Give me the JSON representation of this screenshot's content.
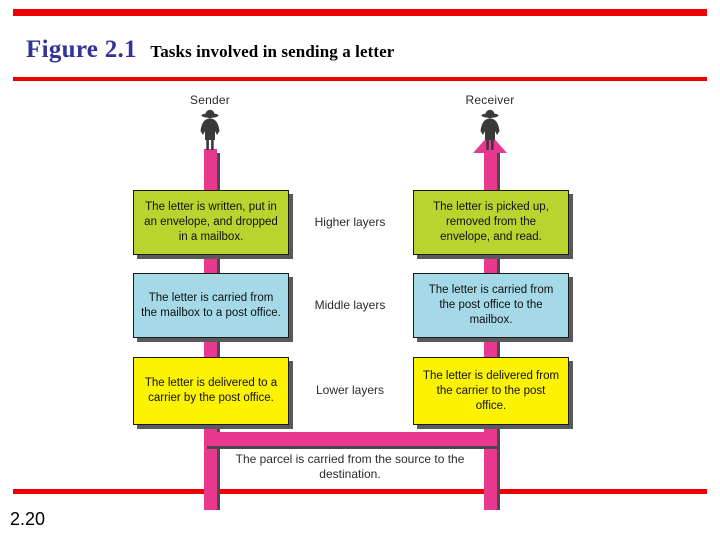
{
  "slide": {
    "number": "2.20",
    "accent_color": "#ee0000"
  },
  "title": {
    "figure_label": "Figure 2.1",
    "figure_label_color": "#333399",
    "caption": "Tasks involved in sending a letter",
    "caption_color": "#000000"
  },
  "diagram": {
    "endpoints": [
      {
        "name": "sender",
        "label": "Sender",
        "icon": "person-icon",
        "flow": "down"
      },
      {
        "name": "receiver",
        "label": "Receiver",
        "icon": "person-icon",
        "flow": "up"
      }
    ],
    "layer_names": [
      {
        "label": "Higher layers"
      },
      {
        "label": "Middle layers"
      },
      {
        "label": "Lower layers"
      }
    ],
    "rows": [
      {
        "layer": "Higher layers",
        "color": "#b9d42e",
        "sender_text": "The letter is written, put in an envelope, and dropped in a mailbox.",
        "receiver_text": "The letter is picked up, removed from the envelope, and read."
      },
      {
        "layer": "Middle layers",
        "color": "#a5d9e8",
        "sender_text": "The letter is carried from the mailbox to a post office.",
        "receiver_text": "The letter is carried from the post office to the mailbox."
      },
      {
        "layer": "Lower layers",
        "color": "#fcf300",
        "sender_text": "The letter is delivered to a carrier by the post office.",
        "receiver_text": "The letter is delivered from the carrier to the post office."
      }
    ],
    "parcel_caption": "The parcel is carried from the source to the destination.",
    "conduit_color": "#e8388f"
  }
}
